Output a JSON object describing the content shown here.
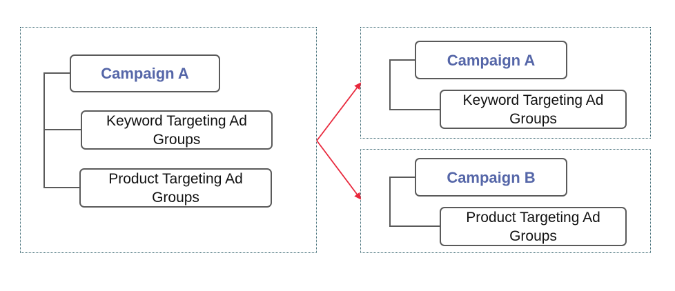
{
  "left_group": {
    "campaign_label": "Campaign A",
    "ad_groups": [
      "Keyword Targeting Ad Groups",
      "Product Targeting Ad Groups"
    ]
  },
  "right_groups": [
    {
      "campaign_label": "Campaign A",
      "ad_group": "Keyword Targeting Ad Groups"
    },
    {
      "campaign_label": "Campaign B",
      "ad_group": "Product Targeting Ad Groups"
    }
  ],
  "colors": {
    "campaign_text": "#5566a8",
    "arrow": "#e8283c",
    "panel_border": "#2f5f6a",
    "box_border": "#5a5a5a"
  }
}
